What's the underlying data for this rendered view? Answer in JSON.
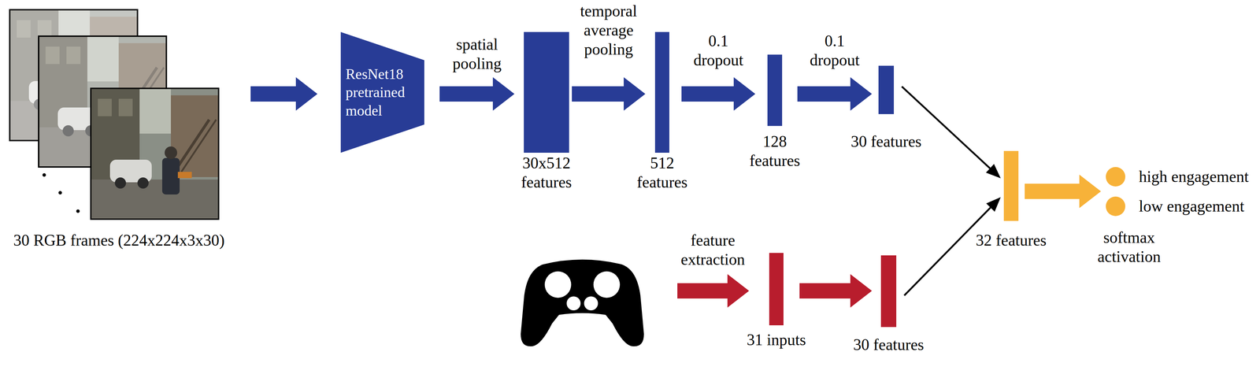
{
  "diagram": {
    "nodes": [
      {
        "text": [
          "30 RGB frames (224x224x3x30)"
        ]
      },
      {
        "text": [
          "ResNet18 pretrained model"
        ]
      },
      {
        "text": [
          "30x512 features"
        ]
      },
      {
        "text": [
          "512 features"
        ]
      },
      {
        "text": [
          "128 features"
        ]
      },
      {
        "text": [
          "30 features"
        ]
      },
      {
        "text": [
          "31 inputs"
        ]
      },
      {
        "text": [
          "30 features"
        ]
      },
      {
        "text": [
          "32 features"
        ]
      },
      {
        "text": [
          "high engagement"
        ]
      },
      {
        "text": [
          "low engagement"
        ]
      }
    ],
    "edges": [
      {
        "from": 0,
        "to": 1,
        "arrow": "to"
      },
      {
        "from": 1,
        "to": 2,
        "label": "spatial pooling",
        "arrow": "to"
      },
      {
        "from": 2,
        "to": 3,
        "label": "temporal average pooling",
        "arrow": "to"
      },
      {
        "from": 3,
        "to": 4,
        "label": "0.1 dropout",
        "arrow": "to"
      },
      {
        "from": 4,
        "to": 5,
        "label": "0.1 dropout",
        "arrow": "to"
      },
      {
        "from": 5,
        "to": 8,
        "arrow": "to"
      },
      {
        "from": 6,
        "to": 7,
        "arrow": "to"
      },
      {
        "from": 7,
        "to": 8,
        "arrow": "to"
      }
    ],
    "labels": [
      "feature extraction",
      "softmax activation"
    ]
  }
}
